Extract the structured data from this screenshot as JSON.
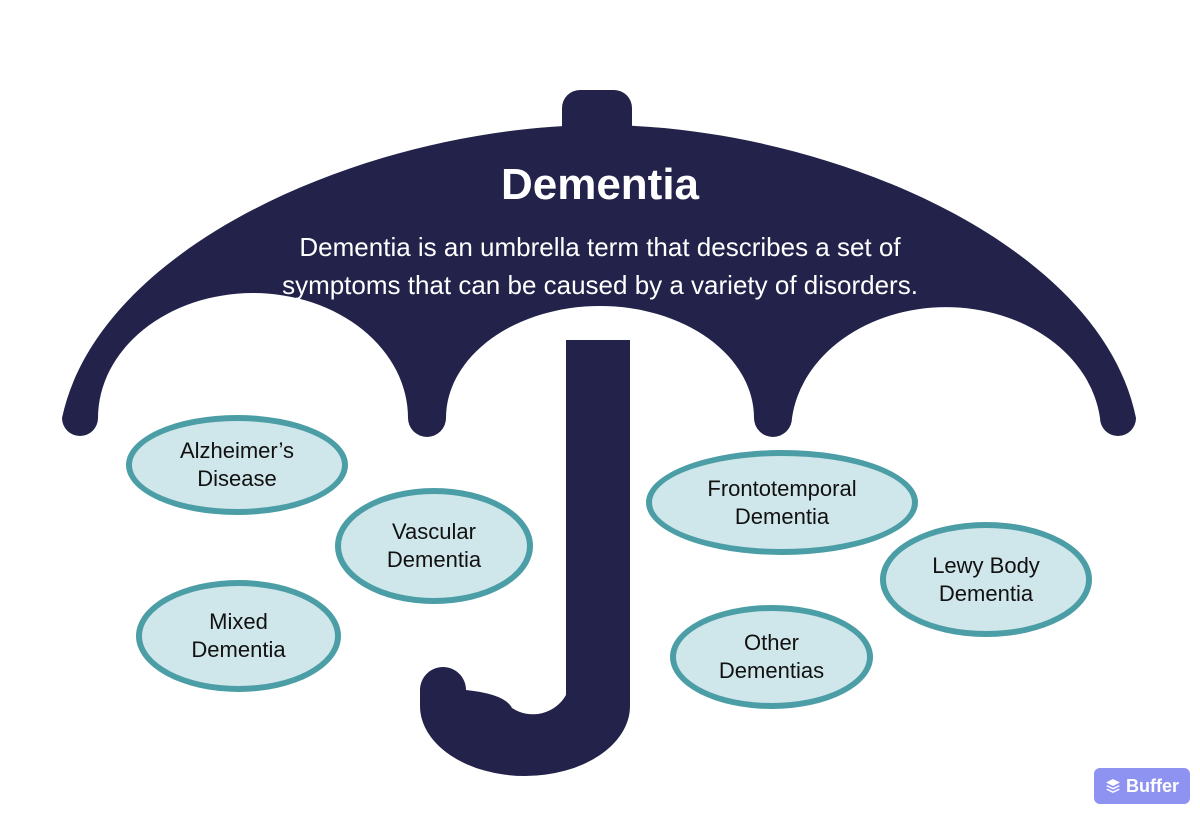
{
  "header": {
    "title": "Dementia",
    "description_lines": [
      "Dementia is an umbrella term that describes a set of",
      "symptoms that can be caused by a variety of disorders."
    ]
  },
  "types": [
    {
      "lines": [
        "Alzheimer’s",
        "Disease"
      ]
    },
    {
      "lines": [
        "Vascular",
        "Dementia"
      ]
    },
    {
      "lines": [
        "Mixed",
        "Dementia"
      ]
    },
    {
      "lines": [
        "Frontotemporal",
        "Dementia"
      ]
    },
    {
      "lines": [
        "Lewy Body",
        "Dementia"
      ]
    },
    {
      "lines": [
        "Other",
        "Dementias"
      ]
    }
  ],
  "badge": {
    "label": "Buffer",
    "icon": "buffer-stack-icon"
  },
  "colors": {
    "umbrella": "#22224a",
    "bubble_fill": "#cfe6ea",
    "bubble_border": "#4c9ea6",
    "badge": "#8e93f2"
  }
}
